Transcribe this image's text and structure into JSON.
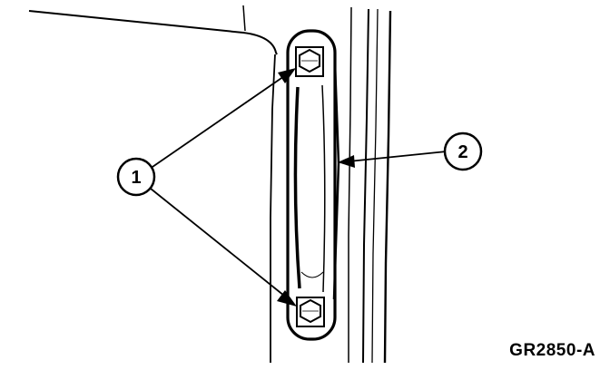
{
  "callouts": [
    {
      "id": "callout-1",
      "label": "1"
    },
    {
      "id": "callout-2",
      "label": "2"
    }
  ],
  "figure_id": "GR2850-A",
  "colors": {
    "line": "#000000",
    "background": "#ffffff"
  }
}
